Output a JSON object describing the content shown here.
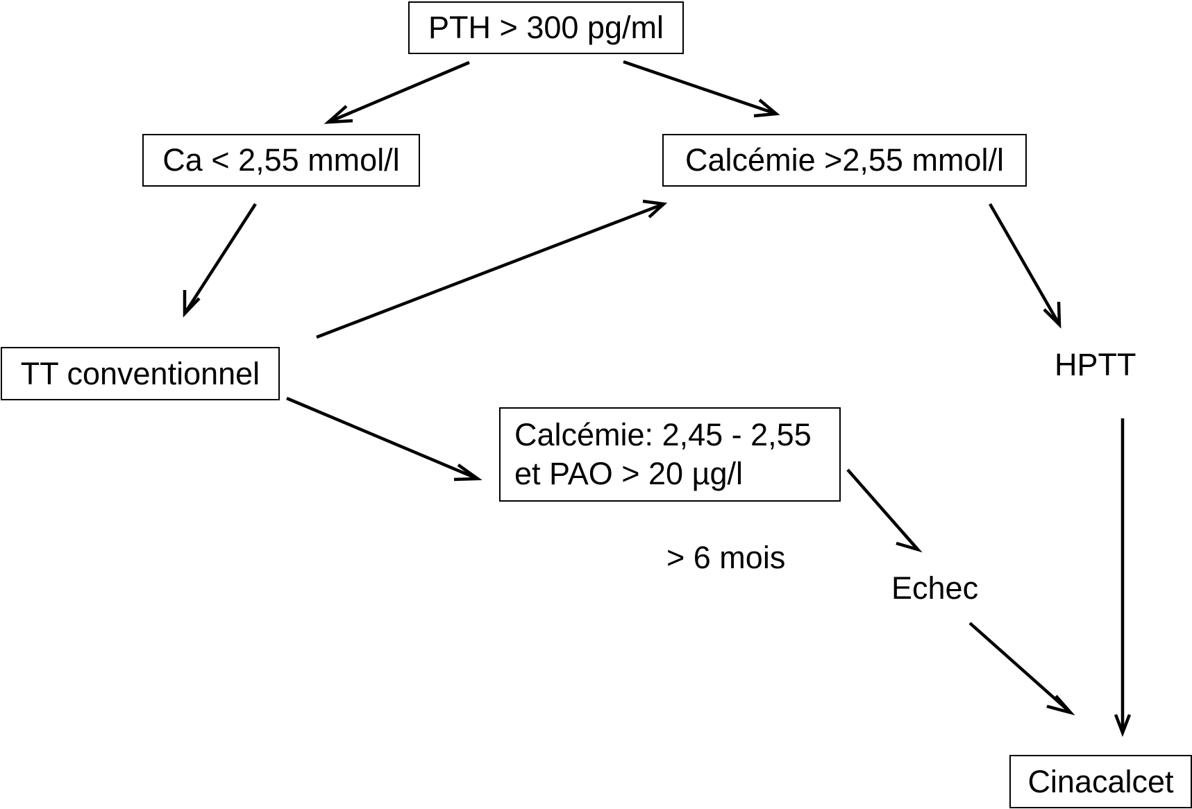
{
  "nodes": {
    "pth": "PTH > 300 pg/ml",
    "ca_low": "Ca < 2,55 mmol/l",
    "ca_high": "Calcémie >2,55 mmol/l",
    "tt": "TT conventionnel",
    "hptt": "HPTT",
    "calcemie_range_line1": "Calcémie: 2,45 - 2,55",
    "calcemie_range_line2": "et PAO > 20 µg/l",
    "six_mois": "> 6 mois",
    "echec": "Echec",
    "cinacalcet": "Cinacalcet"
  },
  "colors": {
    "stroke": "#000000",
    "background": "#ffffff"
  }
}
